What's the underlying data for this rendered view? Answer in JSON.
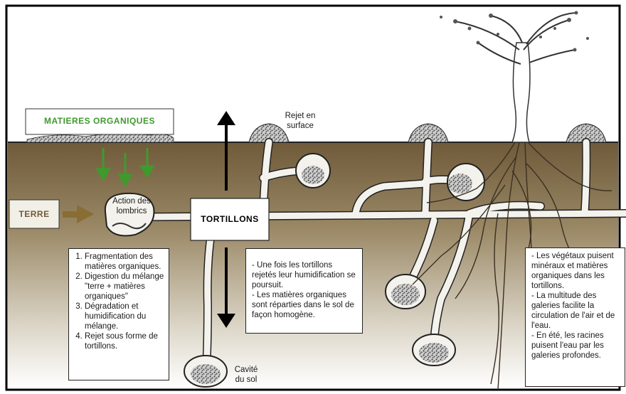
{
  "labels": {
    "matieres_organiques": "MATIERES ORGANIQUES",
    "terre": "TERRE",
    "tortillons": "TORTILLONS",
    "action_lombrics": "Action des lombrics",
    "rejet_surface": "Rejet en surface",
    "cavite_sol": "Cavité du sol"
  },
  "steps_box": {
    "items": [
      "Fragmentation des matières organiques.",
      "Digestion du mélange \"terre + matières organiques\"",
      "Dégradation et humidification du mélange.",
      "Rejet sous forme de tortillons."
    ]
  },
  "middle_box": {
    "items": [
      "- Une fois les tortillons rejetés leur humidification se poursuit.",
      "- Les matières organiques sont réparties dans le sol de façon homogène."
    ]
  },
  "right_box": {
    "items": [
      "- Les végétaux puisent minéraux et matières organiques dans les tortillons.",
      "- La multitude des galeries facilite la circulation de l'air et de l'eau.",
      "- En été, les racines puisent l'eau par les galeries profondes."
    ]
  },
  "colors": {
    "organic_green": "#3f9a2e",
    "soil_brown": "#6f5a3a",
    "arrow_brown": "#8a6d35",
    "frame": "#000000"
  }
}
